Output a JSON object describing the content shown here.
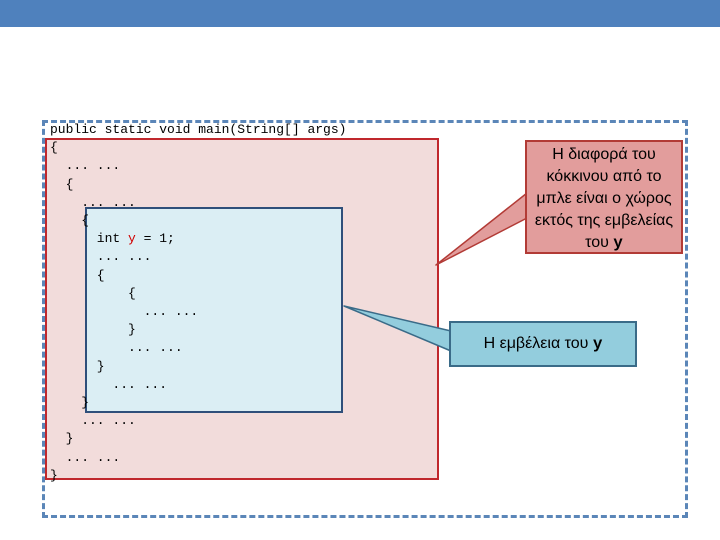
{
  "code_lines": [
    "public static void main(String[] args)",
    "{",
    "  ... ...",
    "  {",
    "    ... ...",
    "    {",
    "      int ",
    "      ... ...",
    "      {",
    "          {",
    "            ... ...",
    "          }",
    "          ... ...",
    "      }",
    "        ... ...",
    "    }",
    "    ... ...",
    "  }",
    "  ... ...",
    "}"
  ],
  "var_name": "y",
  "var_rest": " = 1;",
  "callouts": {
    "red_text": "Η διαφορά του κόκκινου από το μπλε είναι ο χώρος εκτός της εμβελείας του ",
    "red_var": "y",
    "blue_text": "Η εμβέλεια του ",
    "blue_var": "y"
  },
  "colors": {
    "topbar": "#4f81bd",
    "red_region": "#f2dcdb",
    "blue_region": "#dbeef4",
    "red_callout": "#e29d9c",
    "blue_callout": "#93cddd"
  }
}
